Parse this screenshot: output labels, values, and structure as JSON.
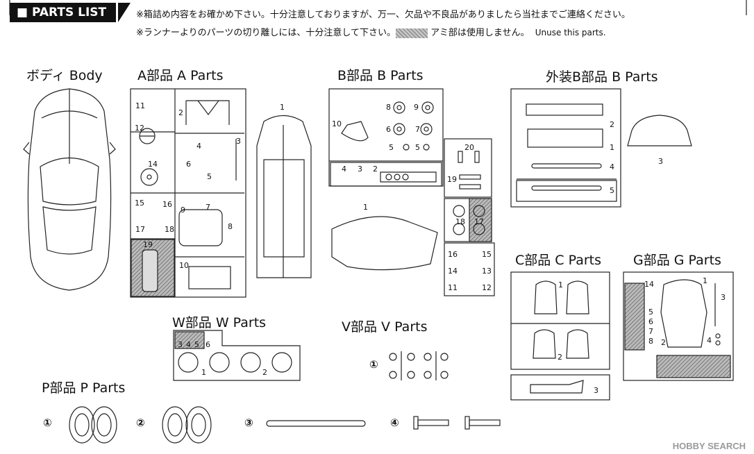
{
  "header": {
    "parts_list_label": "PARTS LIST",
    "note_line1": "※箱詰め内容をお確かめ下さい。十分注意しておりますが、万一、欠品や不良品がありましたら当社までご連絡ください。",
    "note_line2_a": "※ランナーよりのパーツの切り離しには、十分注意して下さい。",
    "note_line2_b": "アミ部は使用しません。",
    "note_line2_c": "Unuse this parts."
  },
  "sections": {
    "body": "ボディ Body",
    "a": "A部品 A Parts",
    "b": "B部品 B Parts",
    "bext": "外装B部品 B Parts",
    "c": "C部品 C Parts",
    "g": "G部品 G Parts",
    "w": "W部品 W Parts",
    "v": "V部品 V Parts",
    "p": "P部品 P Parts"
  },
  "p_parts": [
    "①",
    "②",
    "③",
    "④"
  ],
  "v_parts": [
    "①"
  ],
  "watermark": "HOBBY SEARCH"
}
